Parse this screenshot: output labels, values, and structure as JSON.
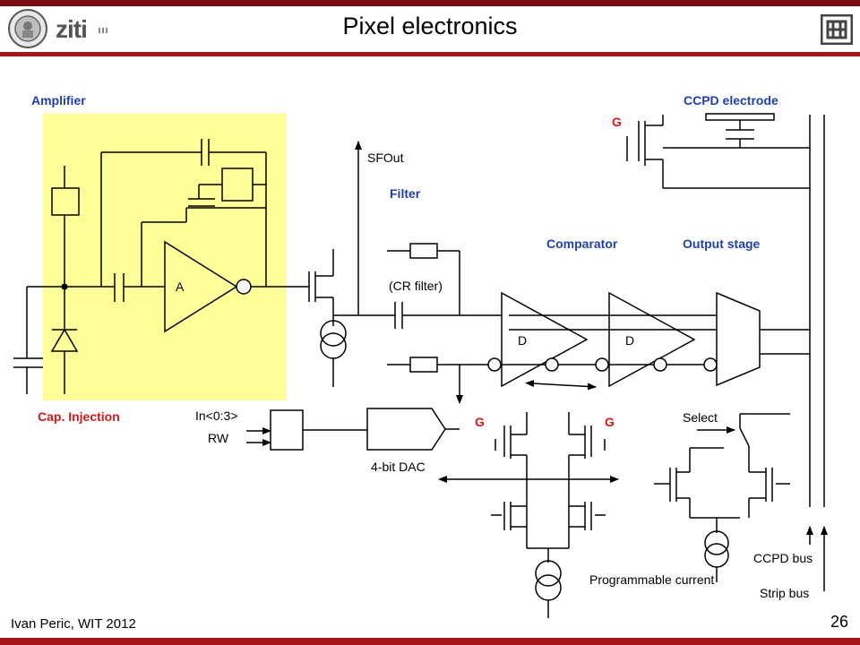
{
  "header": {
    "title": "Pixel electronics",
    "logo_text": "ziti"
  },
  "footer": {
    "author": "Ivan Peric, WIT 2012",
    "page_number": "26"
  },
  "colors": {
    "bar_red": "#a3151b",
    "bar_dark": "#7a0f13",
    "amplifier_fill": "#ffff99",
    "block_label_blue": "#1f3fae",
    "gate_label_red": "#d21919"
  },
  "labels": {
    "amplifier": "Amplifier",
    "cap_injection": "Cap. Injection",
    "ccpd_electrode": "CCPD electrode",
    "sfout": "SFOut",
    "filter": "Filter",
    "cr_filter": "(CR filter)",
    "comparator": "Comparator",
    "output_stage": "Output stage",
    "amp_a": "A",
    "comp_d1": "D",
    "comp_d2": "D",
    "dac_in": "In<0:3>",
    "rw": "RW",
    "dac": "4-bit DAC",
    "select": "Select",
    "prog_current": "Programmable current",
    "ccpd_bus": "CCPD bus",
    "strip_bus": "Strip bus",
    "gate_top": "G",
    "gate_left": "G",
    "gate_right": "G"
  }
}
